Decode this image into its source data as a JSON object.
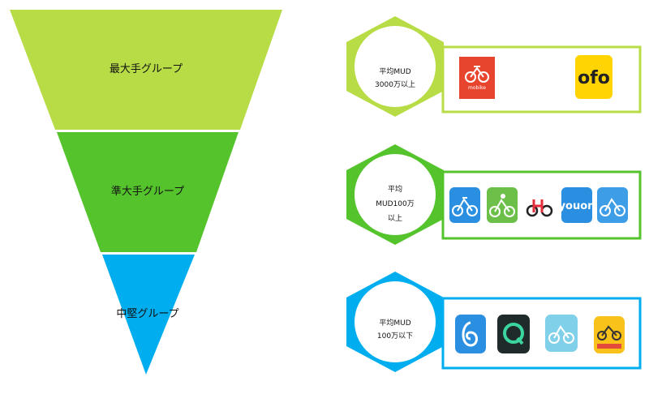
{
  "funnel": [
    {
      "label": "最大手グループ",
      "color": "#b8dc46"
    },
    {
      "label": "準大手グループ",
      "color": "#55c42c"
    },
    {
      "label": "中堅グループ",
      "color": "#00aeef"
    }
  ],
  "groups": [
    {
      "hex_lines": [
        "平均MUD",
        "3000万以上"
      ],
      "color": "#b8dc46",
      "logos": [
        {
          "icon": "mobike-icon",
          "text": "mobike"
        },
        {
          "icon": "ofo-icon",
          "text": "ofo"
        }
      ]
    },
    {
      "hex_lines": [
        "平均",
        "MUD100万",
        "以上"
      ],
      "color": "#55c42c",
      "logos": [
        {
          "icon": "blue-bike-icon"
        },
        {
          "icon": "green-bike-icon"
        },
        {
          "icon": "hellobike-icon"
        },
        {
          "icon": "youon-icon",
          "text": "youon"
        },
        {
          "icon": "blue-bike-icon"
        }
      ]
    },
    {
      "hex_lines": [
        "平均MUD",
        "100万以下"
      ],
      "color": "#00aeef",
      "logos": [
        {
          "icon": "blue-swirl-icon"
        },
        {
          "icon": "dark-q-icon"
        },
        {
          "icon": "light-bike-icon"
        },
        {
          "icon": "yellow-bike-icon"
        }
      ]
    }
  ]
}
